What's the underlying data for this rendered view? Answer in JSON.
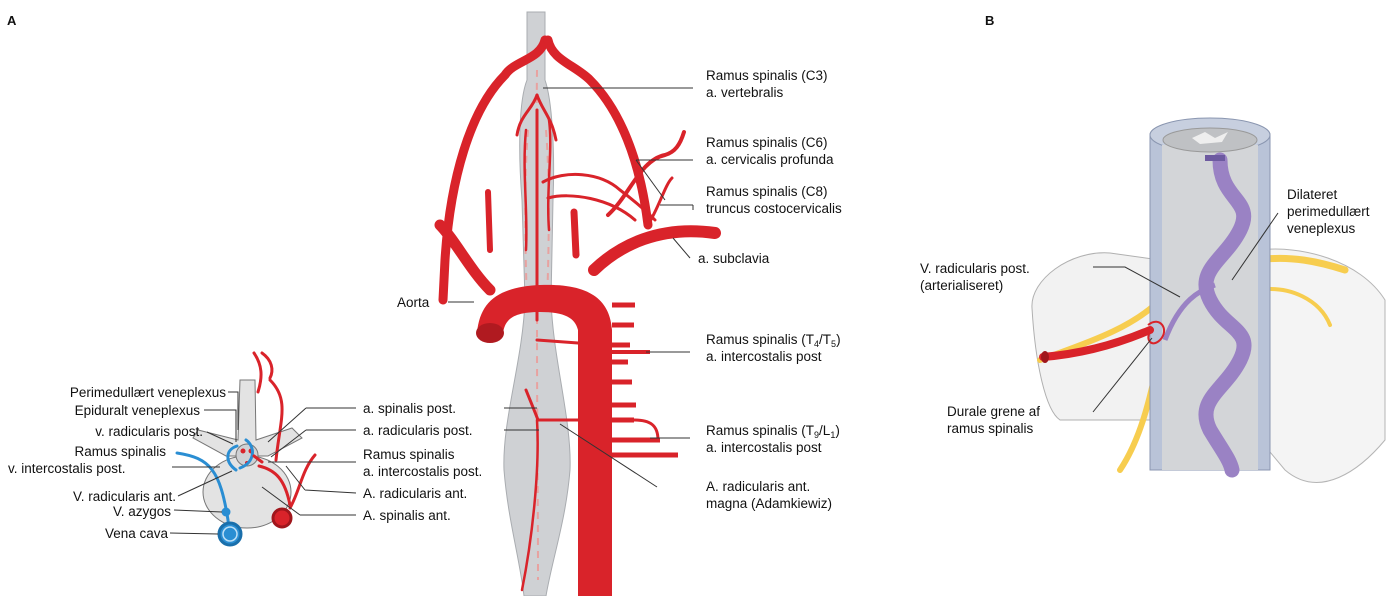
{
  "panels": {
    "a": "A",
    "b": "B"
  },
  "labels_a_main": {
    "c3_1": "Ramus spinalis (C3)",
    "c3_2": "a. vertebralis",
    "c6_1": "Ramus spinalis (C6)",
    "c6_2": "a. cervicalis profunda",
    "c8_1": "Ramus spinalis (C8)",
    "c8_2": "truncus costocervicalis",
    "subclavia": "a. subclavia",
    "aorta": "Aorta",
    "t4_pre": "Ramus spinalis (T",
    "t4_s1": "4",
    "t4_mid": "/T",
    "t4_s2": "5",
    "t4_post": ")",
    "t4_2": "a. intercostalis post",
    "t9_pre": "Ramus spinalis (T",
    "t9_s1": "9",
    "t9_mid": "/L",
    "t9_s2": "1",
    "t9_post": ")",
    "t9_2": "a. intercostalis post",
    "adam_1": "A. radicularis ant.",
    "adam_2": "magna (Adamkiewiz)"
  },
  "labels_a_cross": {
    "perimed": "Perimedullært veneplexus",
    "epidural": "Epiduralt veneplexus",
    "vradpost": "v. radicularis post.",
    "ramus_left_1": "Ramus spinalis",
    "ramus_left_2": "v. intercostalis post.",
    "vradant": "V. radicularis ant.",
    "azygos": "V. azygos",
    "cava": "Vena cava",
    "spinpost": "a. spinalis post.",
    "radpost": "a. radicularis post.",
    "ramus_right_1": "Ramus spinalis",
    "ramus_right_2": "a. intercostalis post.",
    "radant": "A. radicularis ant.",
    "spinant": "A. spinalis ant."
  },
  "labels_b": {
    "dil_1": "Dilateret",
    "dil_2": "perimedullært",
    "dil_3": "veneplexus",
    "vrp_1": "V. radicularis post.",
    "vrp_2": "(arterialiseret)",
    "dur_1": "Durale grene af",
    "dur_2": "ramus spinalis"
  },
  "colors": {
    "artery": "#d9232a",
    "artery_dark": "#b01a20",
    "vein_blue": "#2a8ed3",
    "vein_purple": "#9a82c4",
    "cord": "#cfd1d4",
    "cord_dark": "#a9acb0",
    "dura": "#b9c3d8",
    "nerve_yellow": "#f7cd4f",
    "bone": "#e3e3e3",
    "leader": "#333333"
  }
}
